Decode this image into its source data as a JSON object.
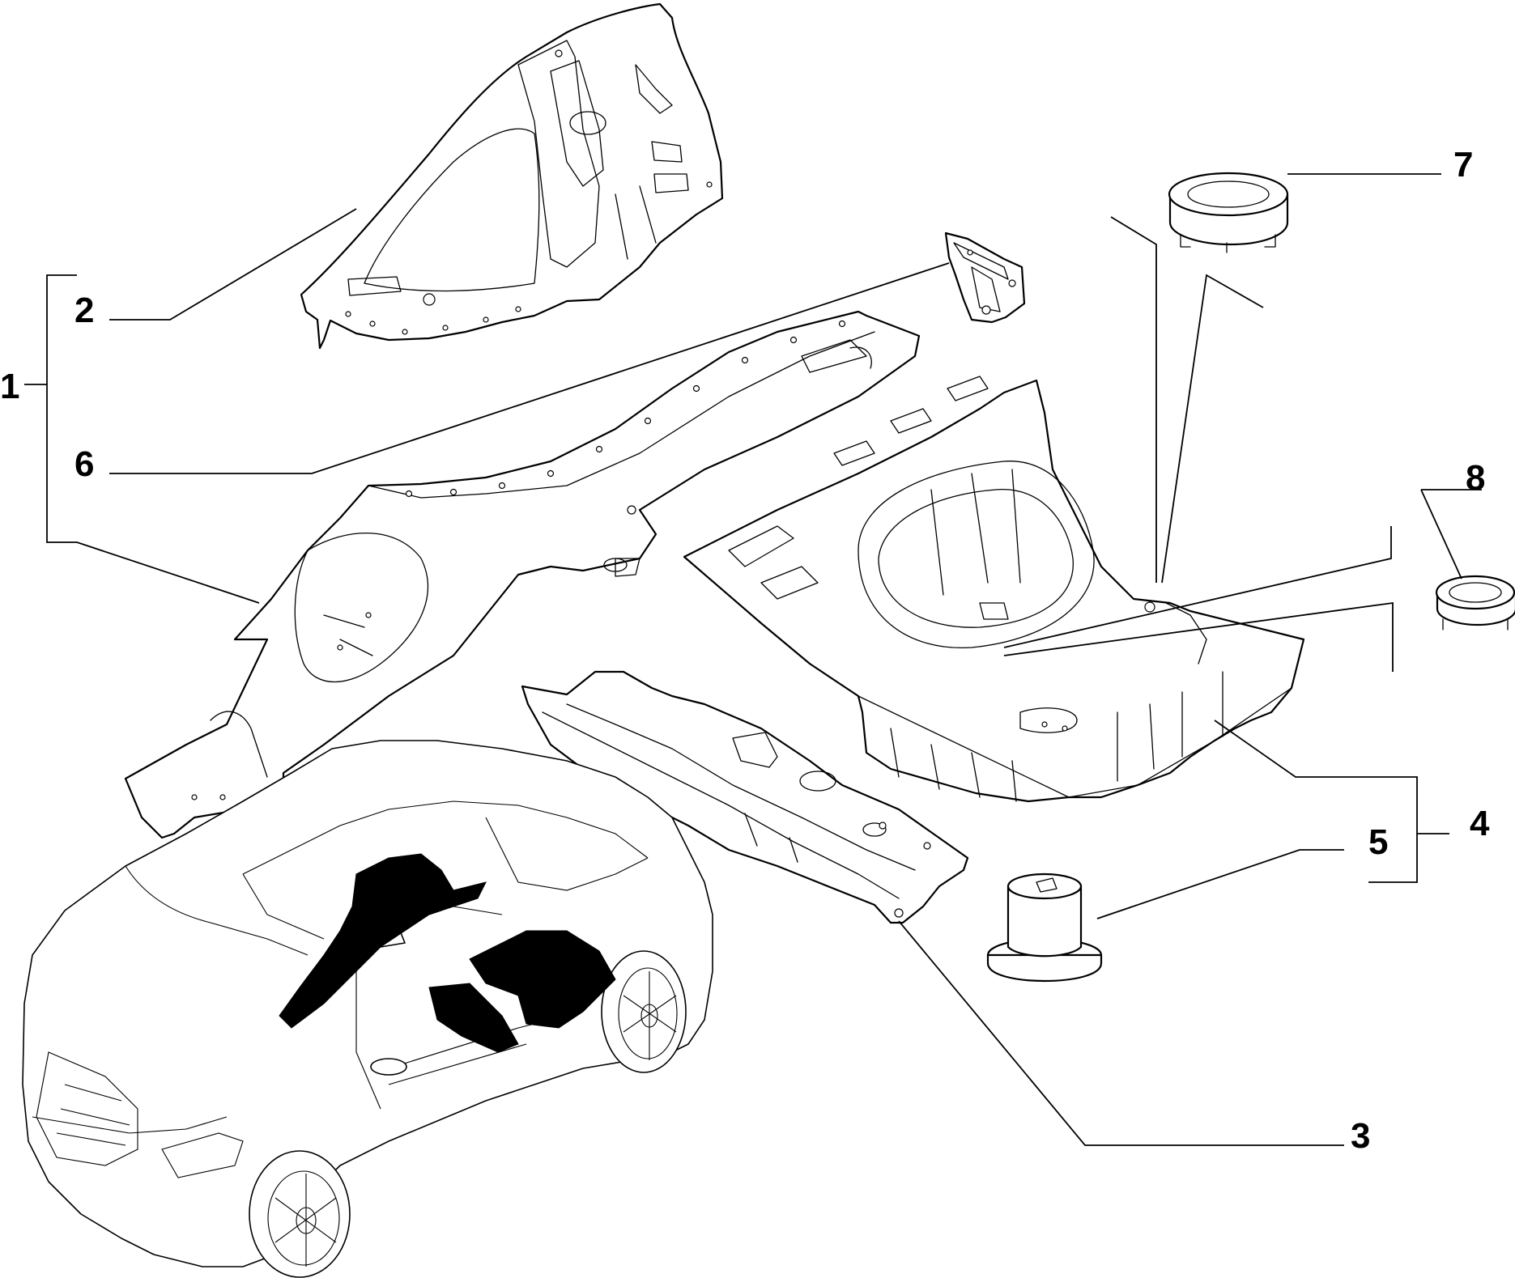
{
  "callouts": {
    "c1": "1",
    "c2": "2",
    "c3": "3",
    "c4": "4",
    "c5": "5",
    "c6": "6",
    "c7": "7",
    "c8": "8"
  },
  "colors": {
    "line": "#000000",
    "background": "#ffffff",
    "highlight": "#000000"
  }
}
